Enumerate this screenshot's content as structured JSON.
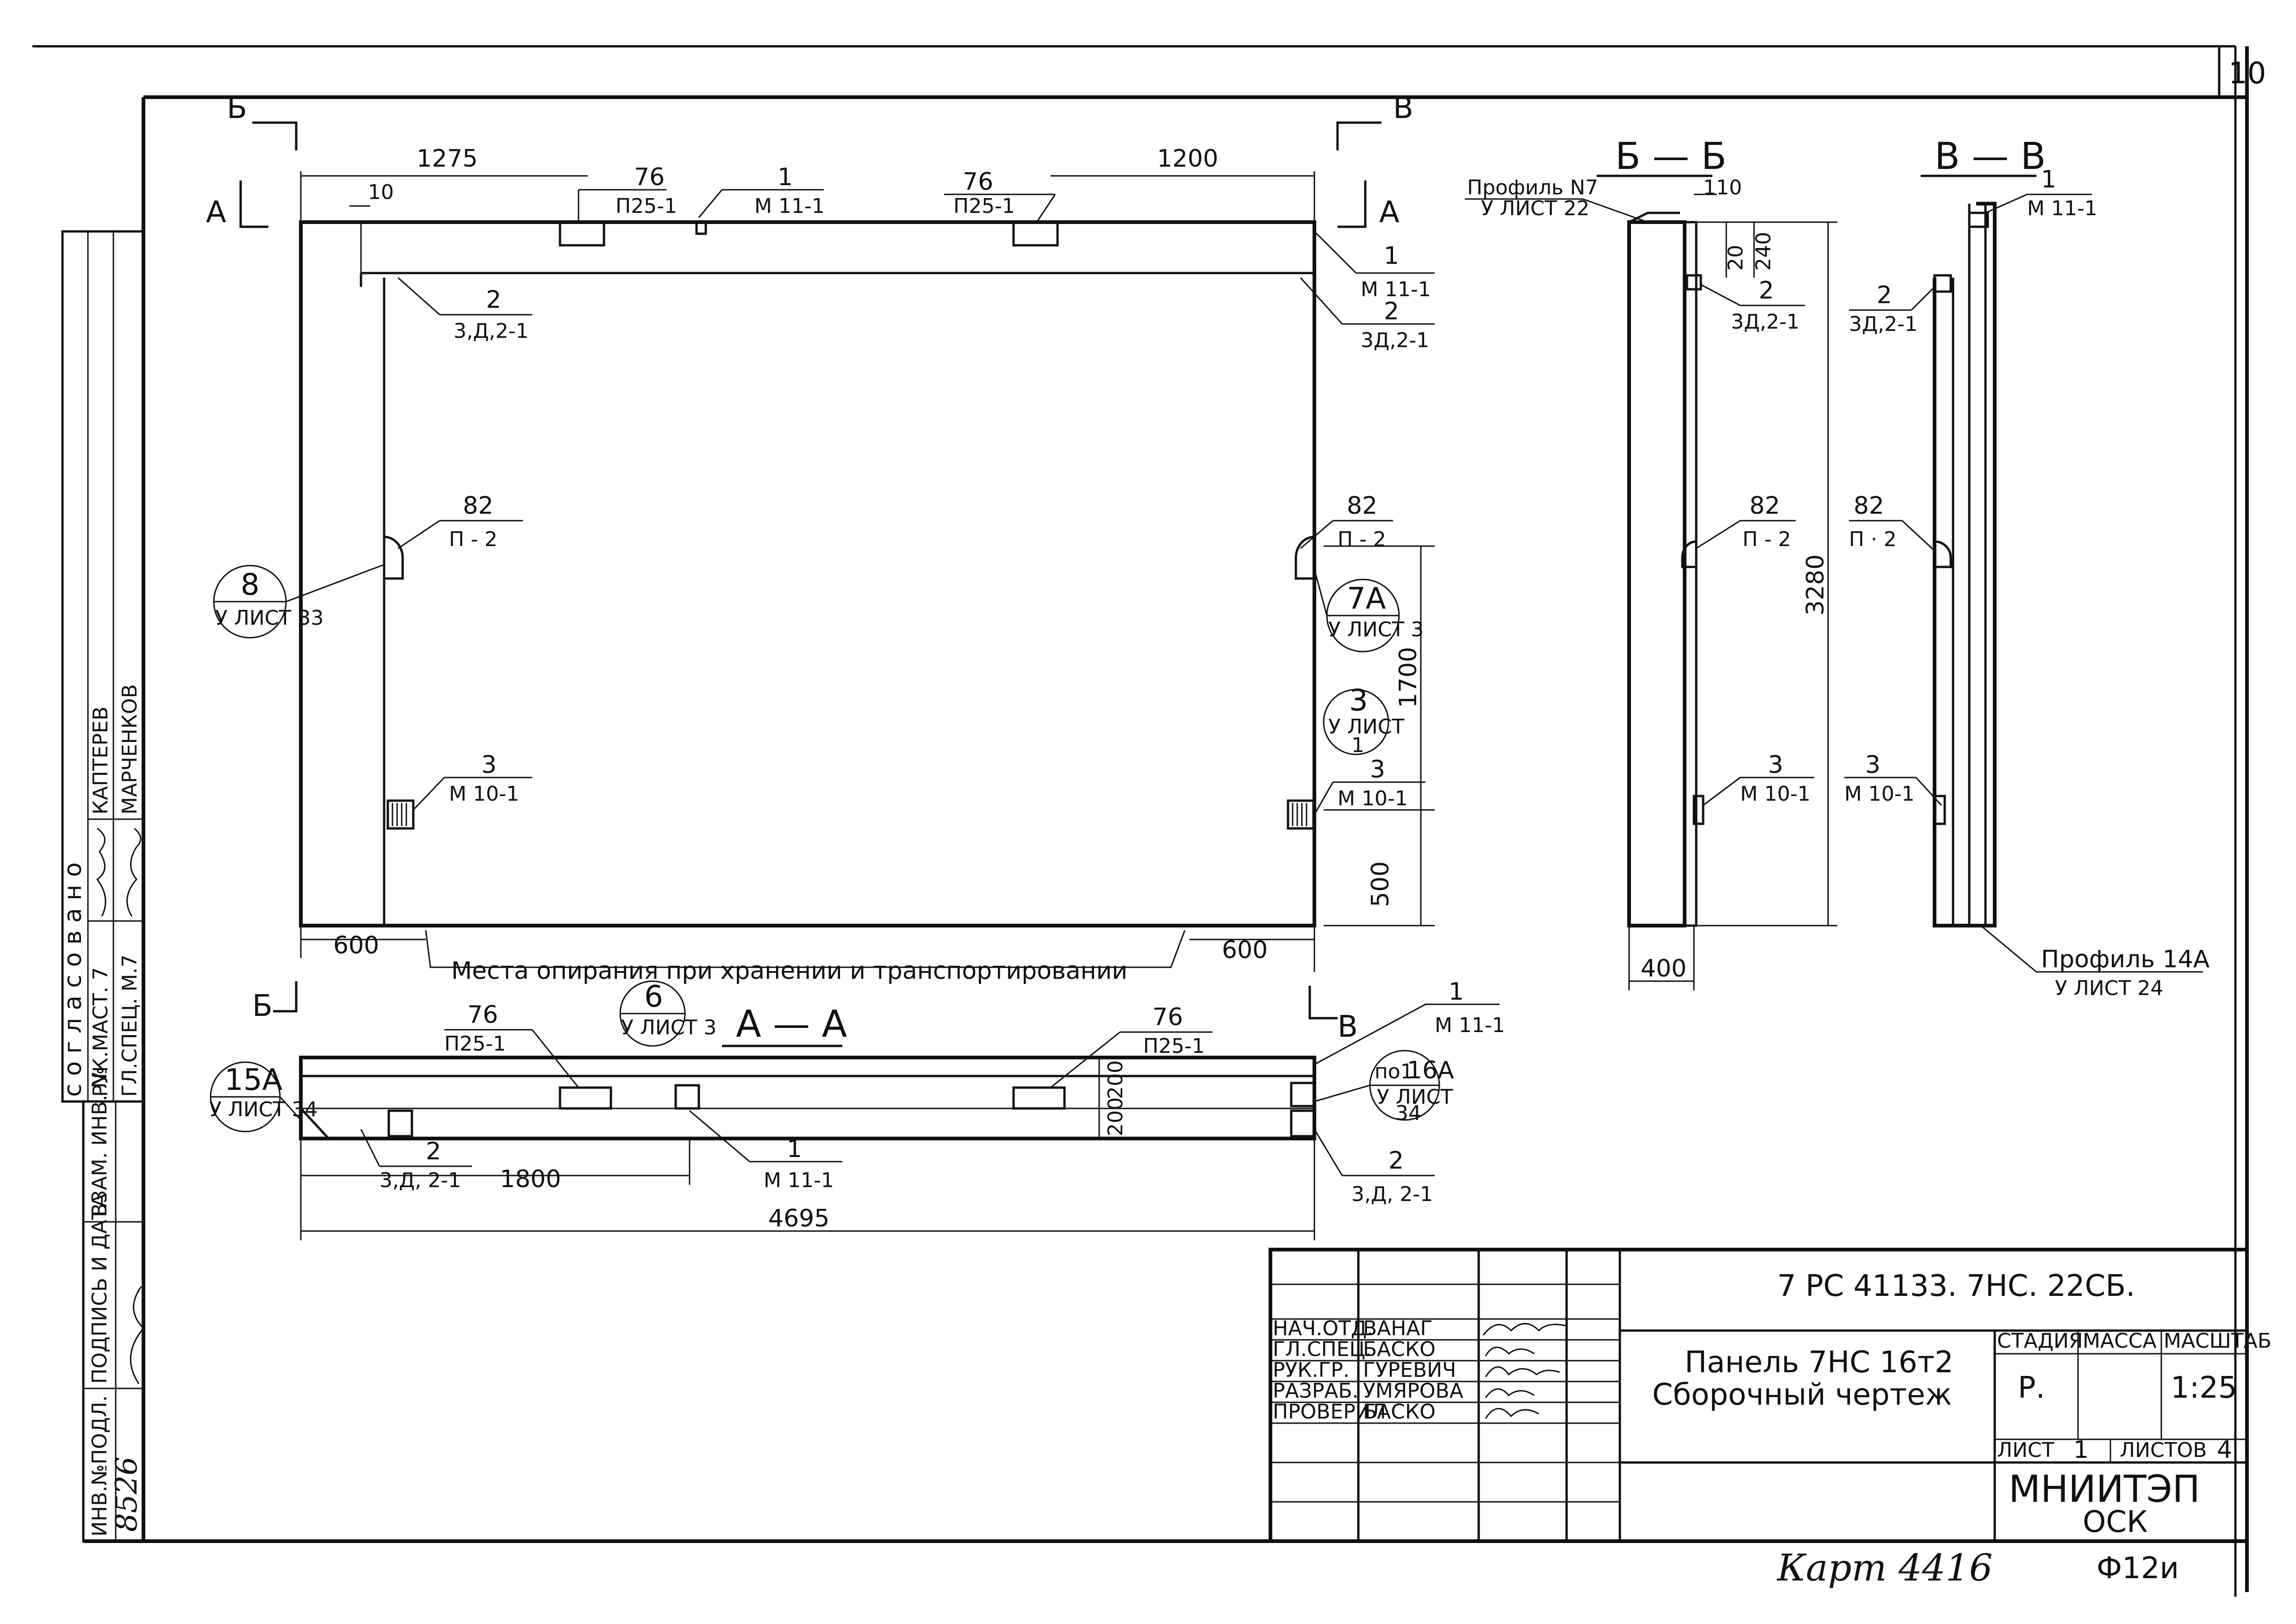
{
  "sheet_number": "10",
  "approval": {
    "heading": "с о г л а с о в а н о",
    "roles": [
      "РУК.МАСТ. 7",
      "ГЛ.СПЕЦ. М.7"
    ],
    "names": [
      "КАПТЕРЕВ",
      "МАРЧЕНКОВ"
    ]
  },
  "left_stamp": {
    "fields": [
      "ИНВ.№ПОДЛ.",
      "ПОДПИСЬ И ДАТА",
      "ВЗАМ. ИНВ. №"
    ],
    "inv_number": "8526"
  },
  "front_view": {
    "dims": {
      "top_left": "1275",
      "top_right": "1200",
      "small": "10",
      "bottom_left": "600",
      "bottom_right": "600",
      "height_upper": "1700",
      "height_lower": "500"
    },
    "support_note": "Места опирания при хранении и транспортировании",
    "callouts": {
      "p25_left_num": "76",
      "p25_left_code": "П25-1",
      "m11_top_num": "1",
      "m11_top_code": "М 11-1",
      "p25_right_num": "76",
      "p25_right_code": "П25-1",
      "m11_right_num": "1",
      "m11_right_code": "М 11-1",
      "zd_left_num": "2",
      "zd_left_code": "3,Д,2-1",
      "zd_right_num": "2",
      "zd_right_code": "3Д,2-1",
      "p2_left_num": "82",
      "p2_left_code": "П - 2",
      "p2_right_num": "82",
      "p2_right_code": "П - 2",
      "m10_left_num": "3",
      "m10_left_code": "М 10-1",
      "m10_right_num": "3",
      "m10_right_code": "М 10-1"
    },
    "bubbles": {
      "b8_num": "8",
      "b8_ref": "У ЛИСТ 33",
      "b7a_num": "7А",
      "b7a_ref": "У ЛИСТ 3",
      "b3_num": "3",
      "b3_ref": "У ЛИСТ",
      "b3_ref2": "1"
    }
  },
  "section_marks": {
    "a": "А",
    "b": "Б",
    "v": "В"
  },
  "section_aa": {
    "title": "А — А",
    "dims": {
      "left": "1800",
      "total": "4695",
      "h1": "200",
      "h2": "200"
    },
    "callouts": {
      "p25_left_num": "76",
      "p25_left_code": "П25-1",
      "p25_right_num": "76",
      "p25_right_code": "П25-1",
      "m11_right_num": "1",
      "m11_right_code": "М 11-1",
      "m11_bottom_num": "1",
      "m11_bottom_code": "М 11-1",
      "zd_left_num": "2",
      "zd_left_code": "3,Д, 2-1",
      "zd_right_num": "2",
      "zd_right_code": "3,Д, 2-1"
    },
    "bubbles": {
      "b6_num": "6",
      "b6_ref": "У ЛИСТ 3",
      "b15a_num": "15А",
      "b15a_ref": "У ЛИСТ 34",
      "b16a_num": "16А",
      "b16a_pre": "по1",
      "b16a_ref": "У ЛИСТ",
      "b16a_ref2": "34"
    }
  },
  "section_bb": {
    "title": "Б — Б",
    "profile_note": "Профиль N7",
    "profile_ref": "У ЛИСТ 22",
    "dims": {
      "top": "110",
      "d20": "20",
      "d240": "240",
      "height": "3280",
      "width": "400"
    },
    "callouts": {
      "zd_num": "2",
      "zd_code": "3Д,2-1",
      "p2_num": "82",
      "p2_code": "П - 2",
      "m10_num": "3",
      "m10_code": "М 10-1"
    }
  },
  "section_vv": {
    "title": "В — В",
    "callouts": {
      "m11_num": "1",
      "m11_code": "М 11-1",
      "zd_num": "2",
      "zd_code": "3Д,2-1",
      "p2_num": "82",
      "p2_code": "П · 2",
      "m10_num": "3",
      "m10_code": "М 10-1"
    },
    "profile_note": "Профиль 14А",
    "profile_ref": "У ЛИСТ 24"
  },
  "title_block": {
    "code": "7 РС 41133. 7НС. 22СБ.",
    "title_line1": "Панель 7НС 16т2",
    "title_line2": "Сборочный чертеж",
    "roles": [
      "НАЧ.ОТД.",
      "ГЛ.СПЕЦ.",
      "РУК.ГР.",
      "РАЗРАБ.",
      "ПРОВЕРИЛ"
    ],
    "names": [
      "ВАНАГ",
      "БАСКО",
      "ГУРЕВИЧ",
      "УМЯРОВА",
      "БАСКО"
    ],
    "headers": {
      "stage": "СТАДИЯ",
      "mass": "МАССА",
      "scale": "МАСШТАБ"
    },
    "stage": "Р.",
    "scale": "1:25",
    "sheet_label": "ЛИСТ",
    "sheet": "1",
    "sheets_label": "ЛИСТОВ",
    "sheets": "4",
    "org": "МНИИТЭП",
    "dept": "ОСК"
  },
  "footer": {
    "kart": "Карт 4416",
    "format": "Ф12и"
  }
}
